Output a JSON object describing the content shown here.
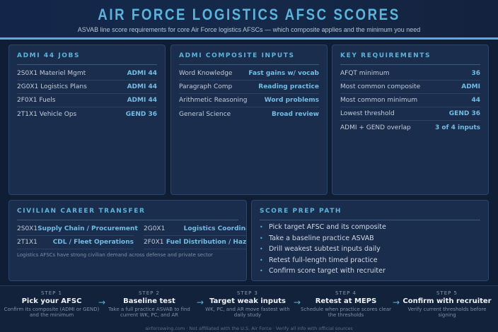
{
  "header": {
    "title": "AIR FORCE LOGISTICS AFSC SCORES",
    "subtitle": "ASVAB line score requirements for core Air Force logistics AFSCs — which composite applies and the minimum you need"
  },
  "jobs": {
    "title": "ADMI 44 JOBS",
    "rows": [
      {
        "k": "2S0X1 Materiel Mgmt",
        "v": "ADMI 44"
      },
      {
        "k": "2G0X1 Logistics Plans",
        "v": "ADMI 44"
      },
      {
        "k": "2F0X1 Fuels",
        "v": "ADMI 44"
      },
      {
        "k": "2T1X1 Vehicle Ops",
        "v": "GEND 36"
      }
    ]
  },
  "inputs": {
    "title": "ADMI COMPOSITE INPUTS",
    "rows": [
      {
        "k": "Word Knowledge",
        "v": "Fast gains w/ vocab"
      },
      {
        "k": "Paragraph Comp",
        "v": "Reading practice"
      },
      {
        "k": "Arithmetic Reasoning",
        "v": "Word problems"
      },
      {
        "k": "General Science",
        "v": "Broad review"
      }
    ]
  },
  "reqs": {
    "title": "KEY REQUIREMENTS",
    "rows": [
      {
        "k": "AFQT minimum",
        "v": "36"
      },
      {
        "k": "Most common composite",
        "v": "ADMI"
      },
      {
        "k": "Most common minimum",
        "v": "44"
      },
      {
        "k": "Lowest threshold",
        "v": "GEND 36"
      },
      {
        "k": "ADMI + GEND overlap",
        "v": "3 of 4 inputs"
      }
    ]
  },
  "civilian": {
    "title": "CIVILIAN CAREER TRANSFER",
    "rows": [
      [
        {
          "k": "2S0X1",
          "v": "Supply Chain / Procurement"
        },
        {
          "k": "2G0X1",
          "v": "Logistics Coordinator"
        }
      ],
      [
        {
          "k": "2T1X1",
          "v": "CDL / Fleet Operations"
        },
        {
          "k": "2F0X1",
          "v": "Fuel Distribution / Hazmat"
        }
      ]
    ],
    "note": "Logistics AFSCs have strong civilian demand across defense and private sector"
  },
  "prep": {
    "title": "SCORE PREP PATH",
    "items": [
      "Pick target AFSC and its composite",
      "Take a baseline practice ASVAB",
      "Drill weakest subtest inputs daily",
      "Retest full-length timed practice",
      "Confirm score target with recruiter"
    ]
  },
  "steps": [
    {
      "label": "STEP 1",
      "title": "Pick your AFSC",
      "desc": "Confirm its composite (ADMI or GEND) and the minimum"
    },
    {
      "label": "STEP 2",
      "title": "Baseline test",
      "desc": "Take a full practice ASVAB to find current WK, PC, and AR"
    },
    {
      "label": "STEP 3",
      "title": "Target weak inputs",
      "desc": "WK, PC, and AR move fastest with daily study"
    },
    {
      "label": "STEP 4",
      "title": "Retest at MEPS",
      "desc": "Schedule when practice scores clear the thresholds"
    },
    {
      "label": "STEP 5",
      "title": "Confirm with recruiter",
      "desc": "Verify current thresholds before signing"
    }
  ],
  "footer": "airforcewing.com · Not affiliated with the U.S. Air Force · Verify all info with official sources",
  "colors": {
    "accent": "#5ab4dc",
    "background": "#0f1d35",
    "panel": "#1a2d4d"
  }
}
